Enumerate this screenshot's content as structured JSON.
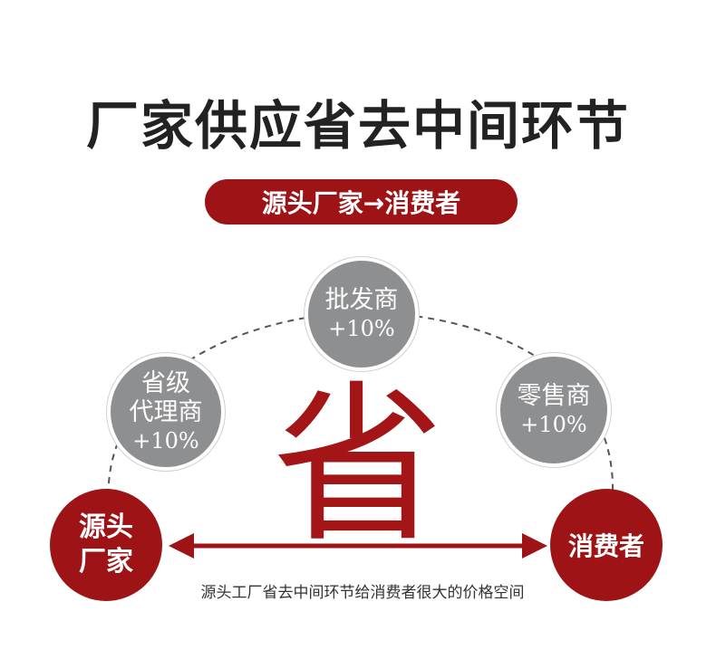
{
  "title": "厂家供应省去中间环节",
  "banner": "源头厂家→消费者",
  "nodes": {
    "wholesaler": {
      "label": "批发商",
      "pct": "+10%"
    },
    "agent": {
      "label_line1": "省级",
      "label_line2": "代理商",
      "pct": "+10%"
    },
    "retailer": {
      "label": "零售商",
      "pct": "+10%"
    },
    "source": {
      "line1": "源头",
      "line2": "厂家"
    },
    "consumer": {
      "label": "消费者"
    }
  },
  "center_char": "省",
  "caption": "源头工厂省去中间环节给消费者很大的价格空间",
  "colors": {
    "accent": "#9e1416",
    "grey": "#8e8f91"
  }
}
